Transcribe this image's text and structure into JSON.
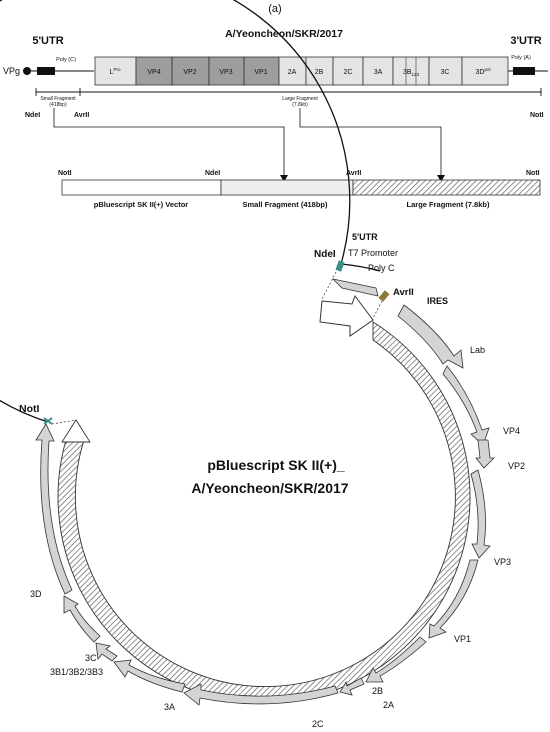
{
  "panel_label": "(a)",
  "genome": {
    "title": "A/Yeoncheon/SKR/2017",
    "utr5": "5'UTR",
    "utr3": "3'UTR",
    "vpg": "VPg",
    "poly_c": "Poly (C)",
    "poly_a": "Poly (A)",
    "segments": [
      {
        "base": "L",
        "sup": "Pro",
        "shade": "light"
      },
      {
        "base": "VP4",
        "shade": "dark"
      },
      {
        "base": "VP2",
        "shade": "dark"
      },
      {
        "base": "VP3",
        "shade": "dark"
      },
      {
        "base": "VP1",
        "shade": "dark"
      },
      {
        "base": "2A",
        "shade": "light"
      },
      {
        "base": "2B",
        "shade": "light"
      },
      {
        "base": "2C",
        "shade": "light"
      },
      {
        "base": "3A",
        "shade": "light"
      },
      {
        "base": "3B",
        "sub": "123",
        "shade": "light"
      },
      {
        "base": "3C",
        "shade": "light"
      },
      {
        "base": "3D",
        "sup": "pol",
        "shade": "light"
      }
    ],
    "small_fragment_l1": "Small Fragment",
    "small_fragment_l2": "(418bp)",
    "large_fragment_l1": "Large Fragment",
    "large_fragment_l2": "(7.8kb)",
    "site_ndei": "NdeI",
    "site_avrii": "AvrII",
    "site_noti": "NotI"
  },
  "construct": {
    "site_noti_left": "NotI",
    "site_ndei": "NdeI",
    "site_avrii": "AvrII",
    "site_noti_right": "NotI",
    "vector_label": "pBluescript SK II(+) Vector",
    "small_label": "Small Fragment (418bp)",
    "large_label": "Large Fragment (7.8kb)"
  },
  "plasmid": {
    "title_line1": "pBluescript SK II(+)_",
    "title_line2": "A/Yeoncheon/SKR/2017",
    "labels": {
      "ndei": "NdeI",
      "utr5": "5'UTR",
      "t7": "T7 Promoter",
      "polyc": "Poly C",
      "avrii": "AvrII",
      "ires": "IRES",
      "lab": "Lab",
      "vp4": "VP4",
      "vp2": "VP2",
      "vp3": "VP3",
      "vp1": "VP1",
      "2b": "2B",
      "2a": "2A",
      "2c": "2C",
      "3a": "3A",
      "3b": "3B1/3B2/3B3",
      "3c": "3C",
      "3d": "3D",
      "noti": "NotI"
    }
  },
  "colors": {
    "dark_segment": "#9e9e9e",
    "light_segment": "#e4e4e4",
    "arrow_fill": "#d4d4d4",
    "small_fill": "#efefef",
    "site_marker": "#3a8f8a"
  }
}
